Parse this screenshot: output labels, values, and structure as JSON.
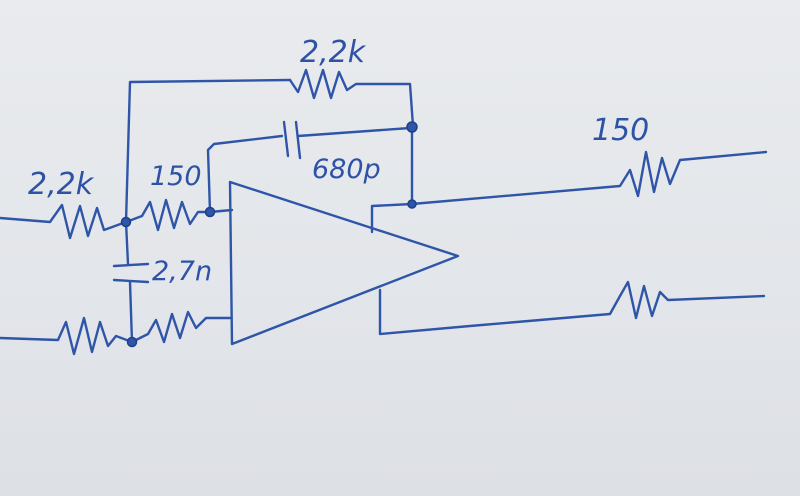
{
  "labels": {
    "feedback_resistor": "2,2k",
    "input_resistor": "2,2k",
    "series_resistor": "150",
    "feedback_capacitor": "680p",
    "shunt_capacitor": "2,7n",
    "output_resistor": "150"
  },
  "colors": {
    "ink": "#2f55a8",
    "paper": "#e6e8eb"
  }
}
